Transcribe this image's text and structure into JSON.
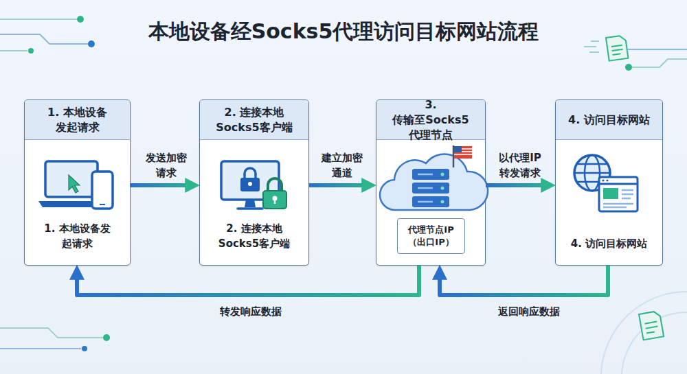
{
  "diagram": {
    "title": "本地设备经Socks5代理访问目标网站流程",
    "nodes": [
      {
        "text": [
          "1. 本地设备 发起请求",
          "1. 本地设备发 起请求"
        ]
      },
      {
        "text": [
          "2. 连接本地 Socks5客户端",
          "2. 连接本地 Socks5客户端"
        ]
      },
      {
        "text": [
          "3. 传输至Socks5 代理节点"
        ]
      },
      {
        "text": [
          "代理节点IP （出口IP）"
        ],
        "in": 2
      },
      {
        "text": [
          "4. 访问目标网站",
          "4. 访问目标网站"
        ]
      }
    ],
    "edges": [
      {
        "from": 0,
        "to": 1,
        "label": "发送加密 请求",
        "arrow": "to"
      },
      {
        "from": 1,
        "to": 2,
        "label": "建立加密 通道",
        "arrow": "to"
      },
      {
        "from": 2,
        "to": 4,
        "label": "以代理IP 转发请求",
        "arrow": "to"
      },
      {
        "from": 4,
        "to": 2,
        "label": "返回响应数据",
        "arrow": "to"
      },
      {
        "from": 2,
        "to": 0,
        "label": "转发响应数据",
        "arrow": "to"
      }
    ]
  }
}
